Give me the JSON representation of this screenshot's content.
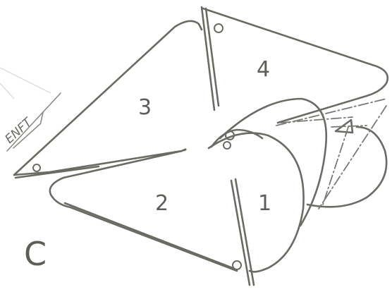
{
  "labels": {
    "part_1": "1",
    "part_2": "2",
    "part_3": "3",
    "part_4": "4",
    "corner_letter": "C",
    "edge_text": "ENFT"
  }
}
